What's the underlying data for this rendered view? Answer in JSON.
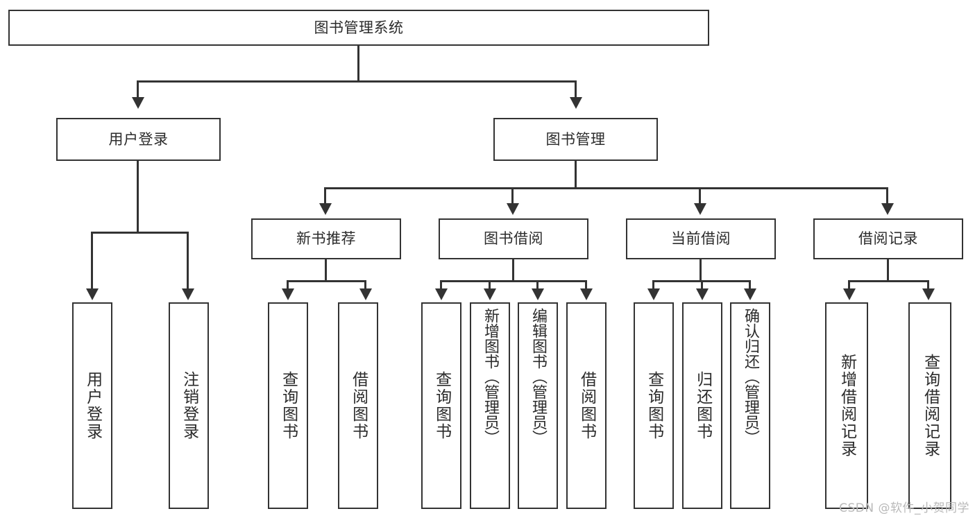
{
  "diagram": {
    "title": "图书管理系统",
    "type": "tree",
    "watermark": "CSDN @软件_小贺同学",
    "colors": {
      "box_border": "#333333",
      "connector": "#333333",
      "text": "#2b2b2b",
      "background": "#ffffff",
      "watermark": "#b9b9b9"
    },
    "root": {
      "label": "图书管理系统"
    },
    "level2": [
      {
        "label": "用户登录"
      },
      {
        "label": "图书管理"
      }
    ],
    "level3": [
      {
        "label": "新书推荐"
      },
      {
        "label": "图书借阅"
      },
      {
        "label": "当前借阅"
      },
      {
        "label": "借阅记录"
      }
    ],
    "leaves": {
      "user_login": [
        {
          "label": "用户登录"
        },
        {
          "label": "注销登录"
        }
      ],
      "new_book_recommend": [
        {
          "label": "查询图书"
        },
        {
          "label": "借阅图书"
        }
      ],
      "book_borrow": [
        {
          "label": "查询图书"
        },
        {
          "label": "新增图书（管理员）"
        },
        {
          "label": "编辑图书（管理员）"
        },
        {
          "label": "借阅图书"
        }
      ],
      "current_borrow": [
        {
          "label": "查询图书"
        },
        {
          "label": "归还图书"
        },
        {
          "label": "确认归还（管理员）"
        }
      ],
      "borrow_record": [
        {
          "label": "新增借阅记录"
        },
        {
          "label": "查询借阅记录"
        }
      ]
    }
  }
}
